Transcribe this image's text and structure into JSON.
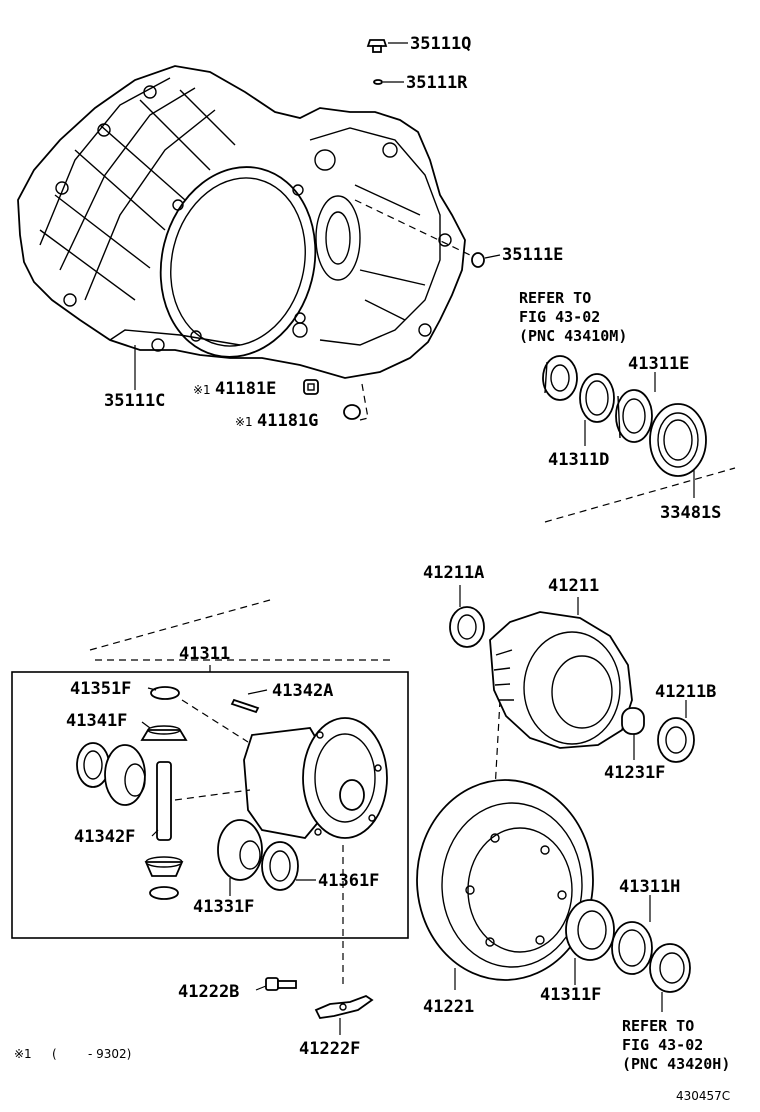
{
  "diagram": {
    "part_labels": {
      "p35111Q": "35111Q",
      "p35111R": "35111R",
      "p35111E": "35111E",
      "p35111C": "35111C",
      "p41181E": "41181E",
      "p41181G": "41181G",
      "p41311E": "41311E",
      "p41311D": "41311D",
      "p33481S": "33481S",
      "p41211A": "41211A",
      "p41211": "41211",
      "p41211B": "41211B",
      "p41231F": "41231F",
      "p41311": "41311",
      "p41351F": "41351F",
      "p41342A": "41342A",
      "p41341F": "41341F",
      "p41342F": "41342F",
      "p41361F": "41361F",
      "p41331F": "41331F",
      "p41311H": "41311H",
      "p41311F": "41311F",
      "p41221": "41221",
      "p41222B": "41222B",
      "p41222F": "41222F"
    },
    "footnote_marks": {
      "mark_41181E": "※1",
      "mark_41181G": "※1"
    },
    "refer_note_upper": {
      "line1": "REFER TO",
      "line2": "FIG 43-02",
      "line3": "(PNC 43410M)"
    },
    "refer_note_lower": {
      "line1": "REFER TO",
      "line2": "FIG 43-02",
      "line3": "(PNC 43420H)"
    },
    "footnote": {
      "mark": "※1",
      "open_paren": "(",
      "range_text": "- 9302)"
    },
    "figure_id": "430457C"
  }
}
